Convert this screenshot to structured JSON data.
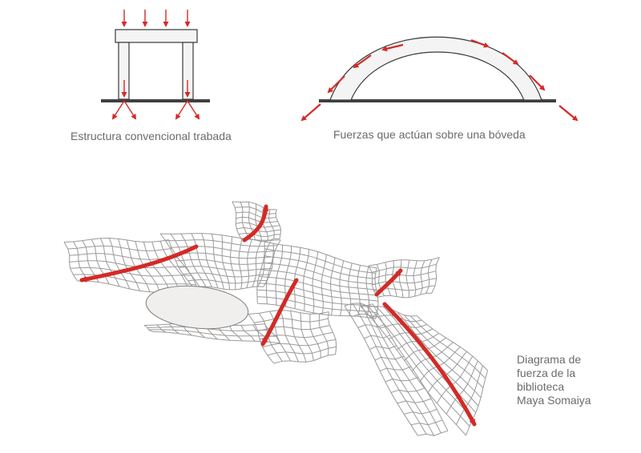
{
  "captions": {
    "beam_structure": "Estructura convencional trabada",
    "vault_forces": "Fuerzas que actúan sobre una bóveda",
    "library_diagram": [
      "Diagrama de",
      "fuerza de la",
      "biblioteca",
      "Maya Somaiya"
    ]
  },
  "colors": {
    "force_arrow": "#d42a26",
    "structure_outline": "#3a3a3a",
    "ground": "#404040",
    "mesh": "#9a9a9a",
    "caption_text": "#6b6b6b"
  },
  "icons": [
    "down-force-arrow",
    "thrust-arrow",
    "mesh-surface",
    "force-flow-arrow"
  ]
}
